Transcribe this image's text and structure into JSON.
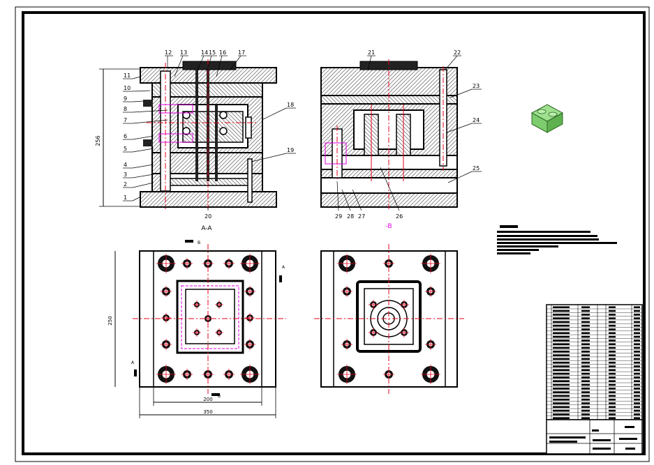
{
  "drawing": {
    "section_views": {
      "left_caption": "A-A",
      "right_caption": "-B",
      "part_numbers_left": [
        "1",
        "2",
        "3",
        "4",
        "5",
        "6",
        "7",
        "8",
        "9",
        "10",
        "11",
        "12",
        "13",
        "14",
        "15",
        "16",
        "17",
        "18",
        "19",
        "20"
      ],
      "part_numbers_right": [
        "21",
        "22",
        "23",
        "24",
        "25",
        "26",
        "27",
        "28",
        "29"
      ],
      "overall_height_dim": "256"
    },
    "plan_views": {
      "section_marker_a": "A",
      "section_marker_b": "B",
      "width_dim": "250",
      "inner_dim": "200",
      "outer_dim": "350"
    }
  },
  "colors": {
    "line": "#000000",
    "center_line": "#e8001c",
    "hatch": "#6b6b6b",
    "annotation": "#e000e0",
    "accent_green": "#7dcc6e"
  }
}
